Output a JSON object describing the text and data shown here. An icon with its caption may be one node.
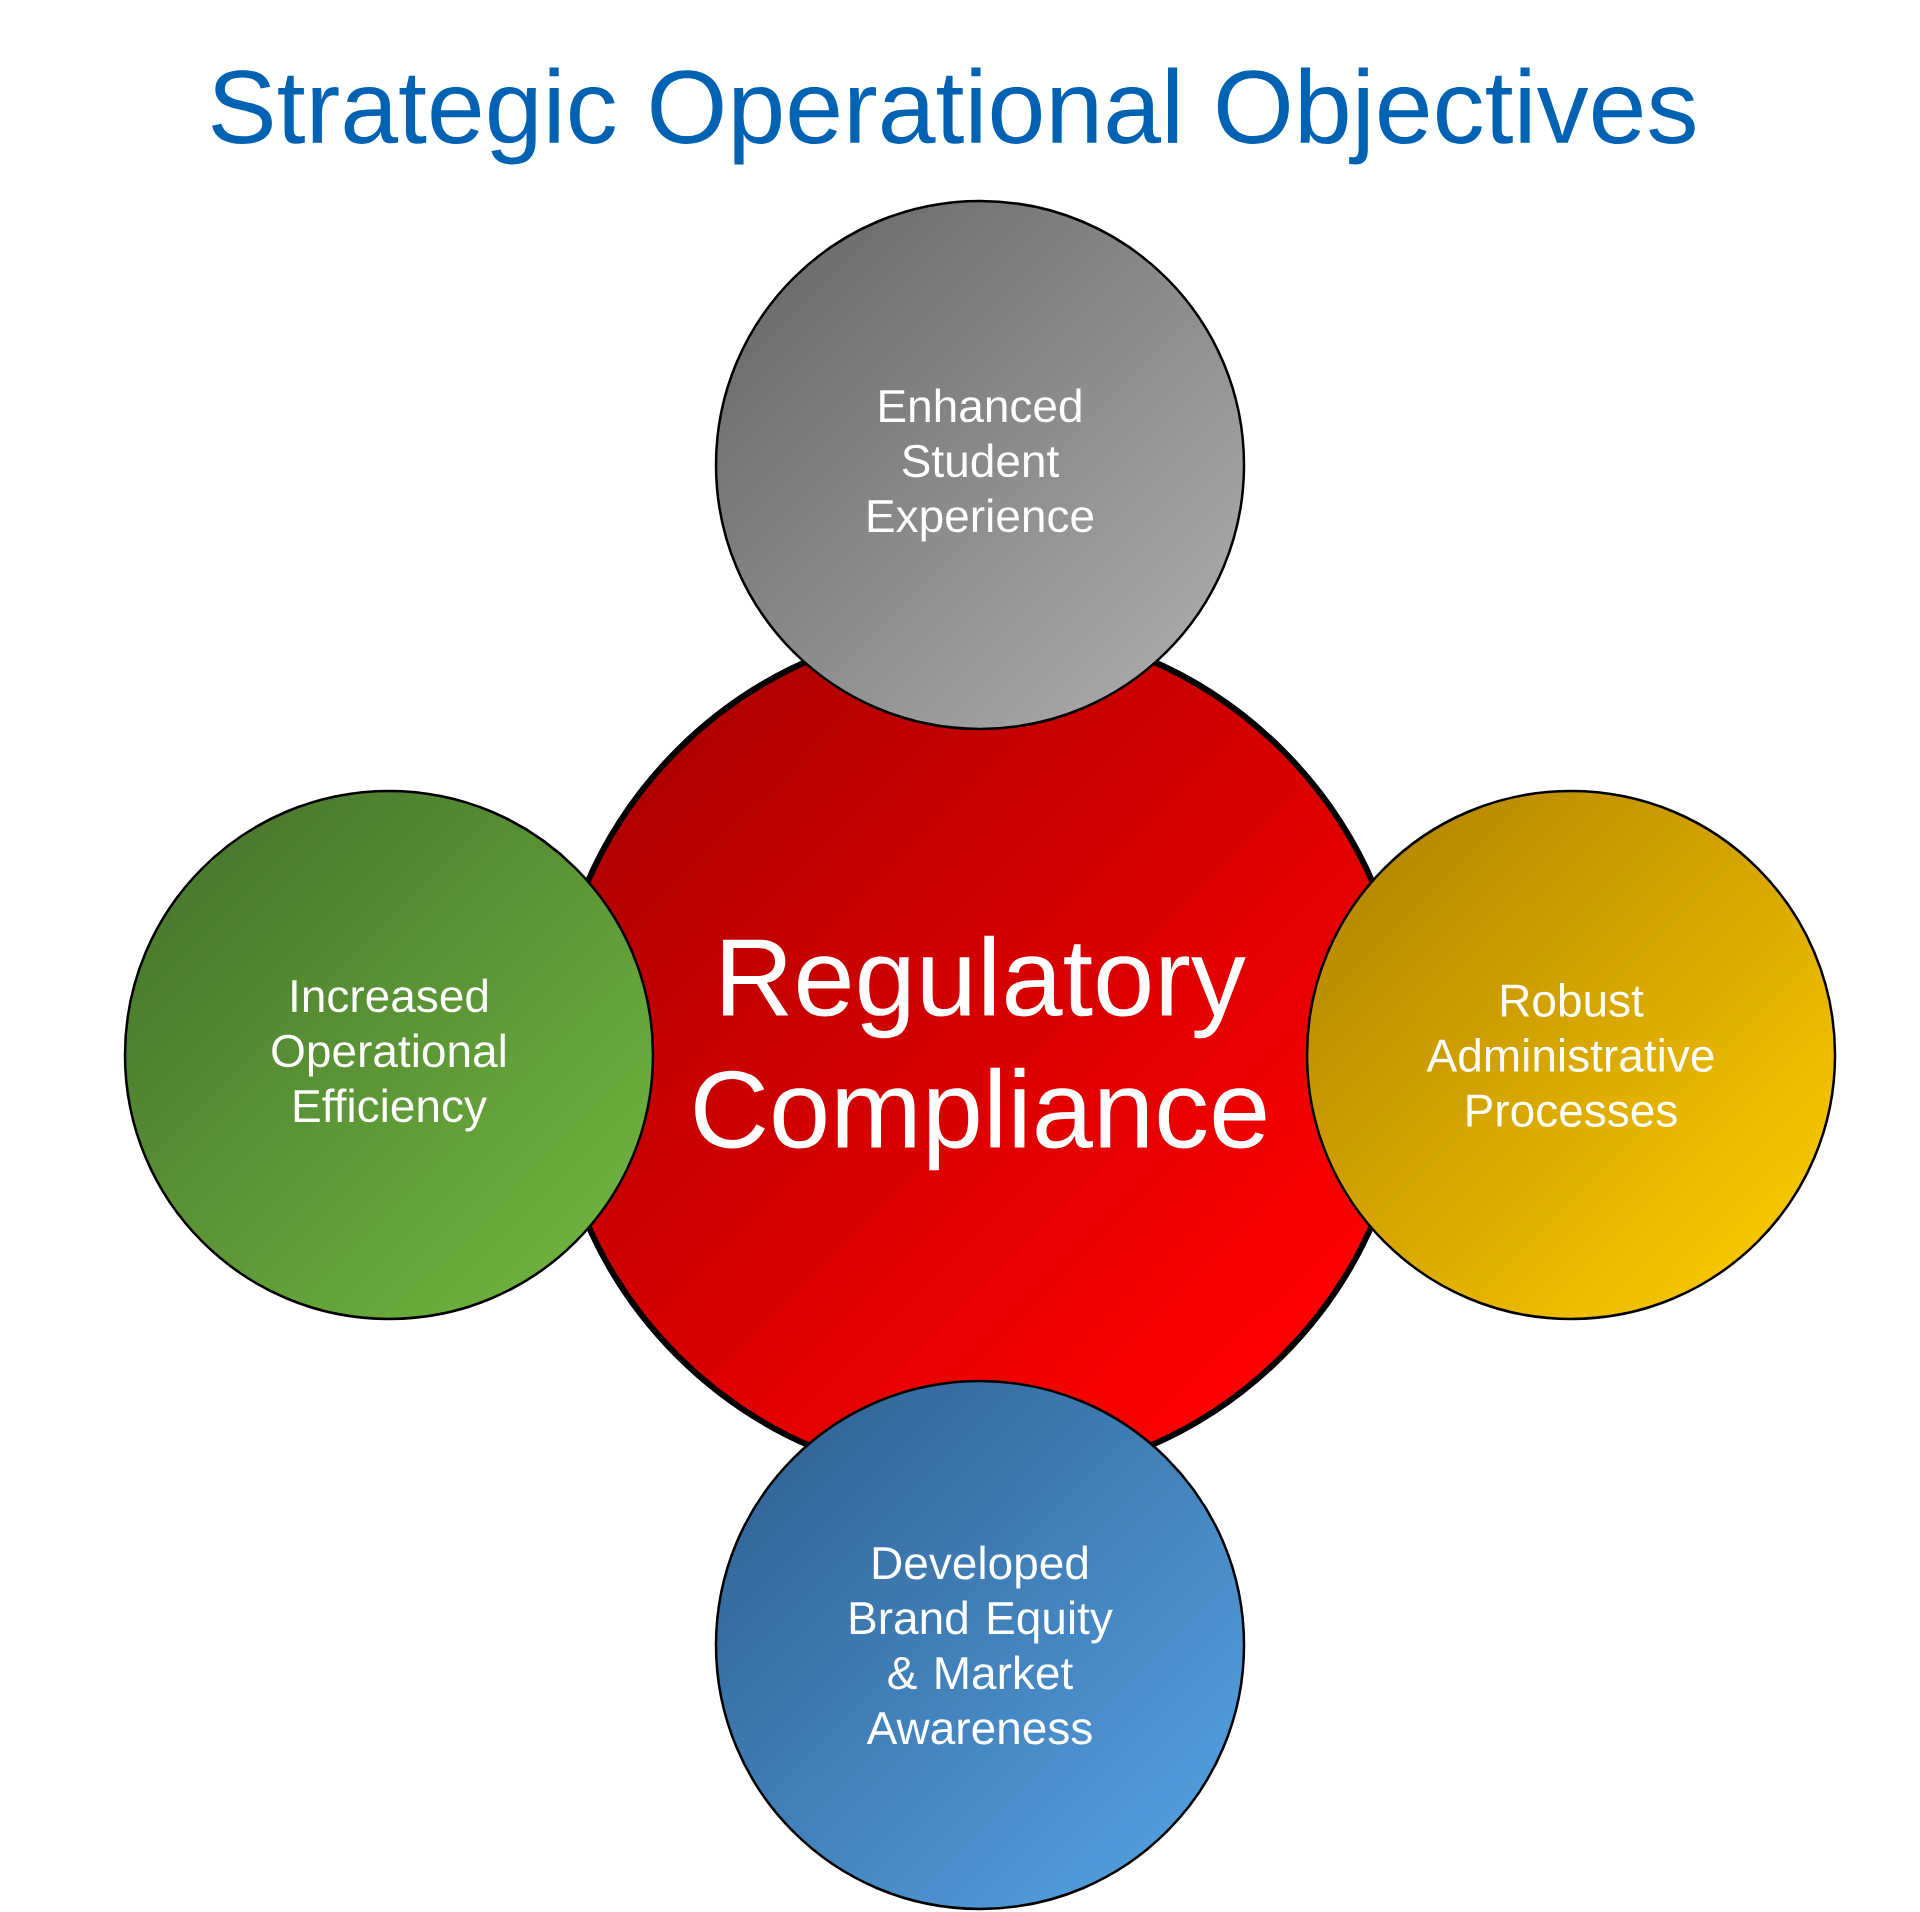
{
  "diagram": {
    "title": "Strategic Operational Objectives",
    "nodes": [
      {
        "text": [
          "Enhanced Student Experience"
        ]
      },
      {
        "text": [
          "Increased Operational Efficiency"
        ]
      },
      {
        "text": [
          "Regulatory Compliance"
        ]
      },
      {
        "text": [
          "Robust Administrative Processes"
        ]
      },
      {
        "text": [
          "Developed Brand Equity & Market Awareness"
        ]
      }
    ]
  }
}
